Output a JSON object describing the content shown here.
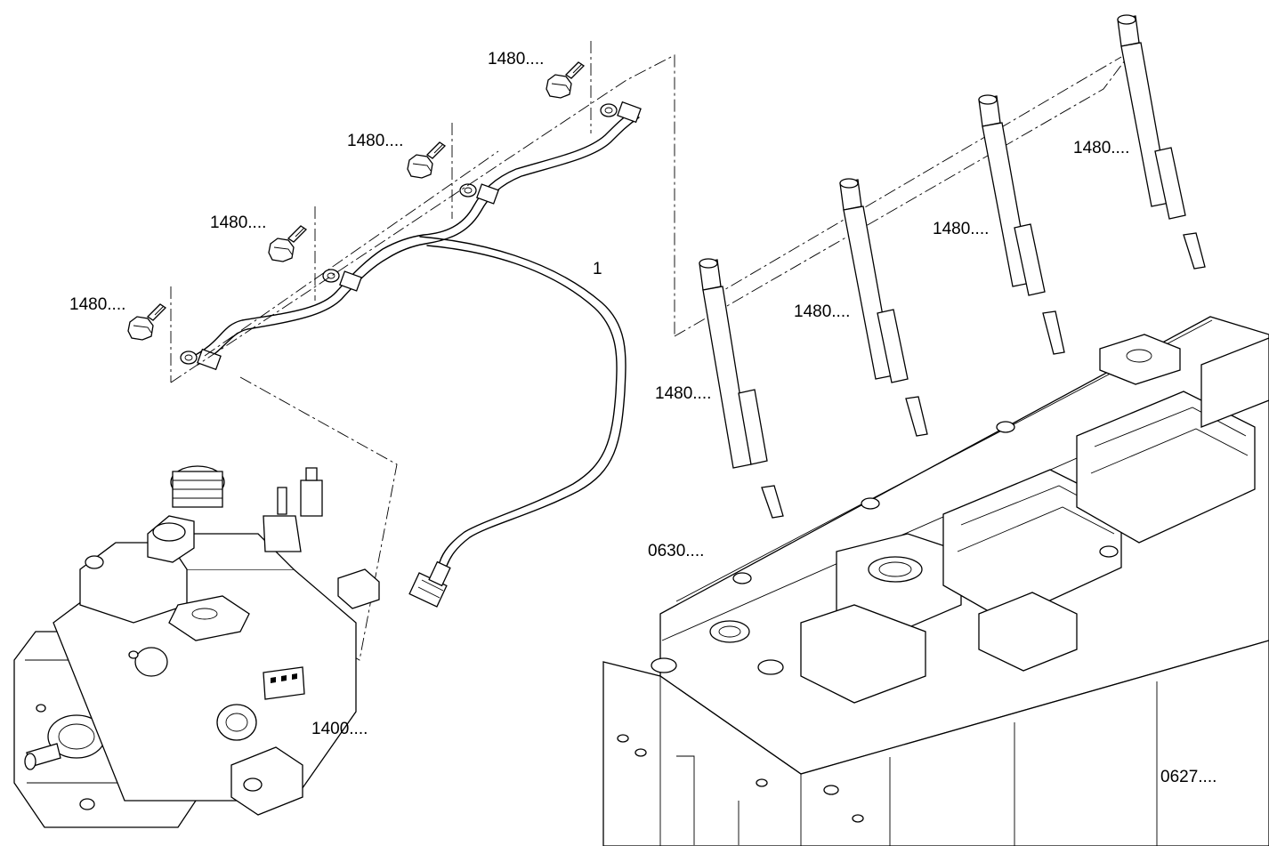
{
  "diagram": {
    "callouts": {
      "bolt_a": "1480....",
      "bolt_b": "1480....",
      "bolt_c": "1480....",
      "bolt_d": "1480....",
      "injector_a": "1480....",
      "injector_b": "1480....",
      "injector_c": "1480....",
      "injector_d": "1480....",
      "pipe": "1",
      "pump": "1400....",
      "head": "0630....",
      "block": "0627...."
    }
  }
}
